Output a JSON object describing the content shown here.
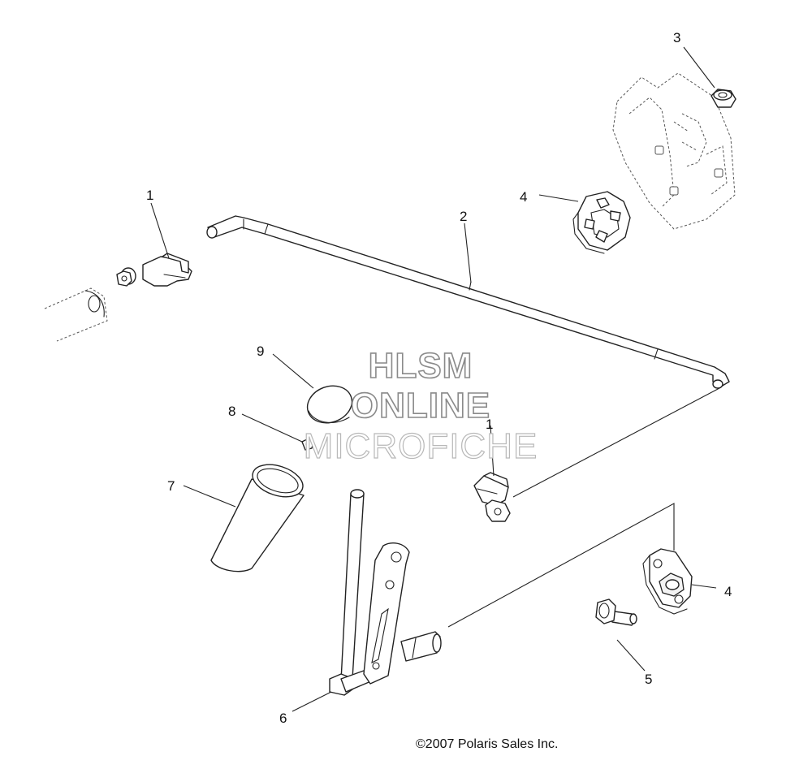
{
  "callouts": {
    "c1a": "1",
    "c1b": "1",
    "c2": "2",
    "c3": "3",
    "c4a": "4",
    "c4b": "4",
    "c5": "5",
    "c6": "6",
    "c7": "7",
    "c8": "8",
    "c9": "9"
  },
  "watermark": {
    "line1": "HLSM",
    "line2": "ONLINE",
    "line3": "MICROFICHE"
  },
  "copyright": "©2007  Polaris Sales Inc."
}
